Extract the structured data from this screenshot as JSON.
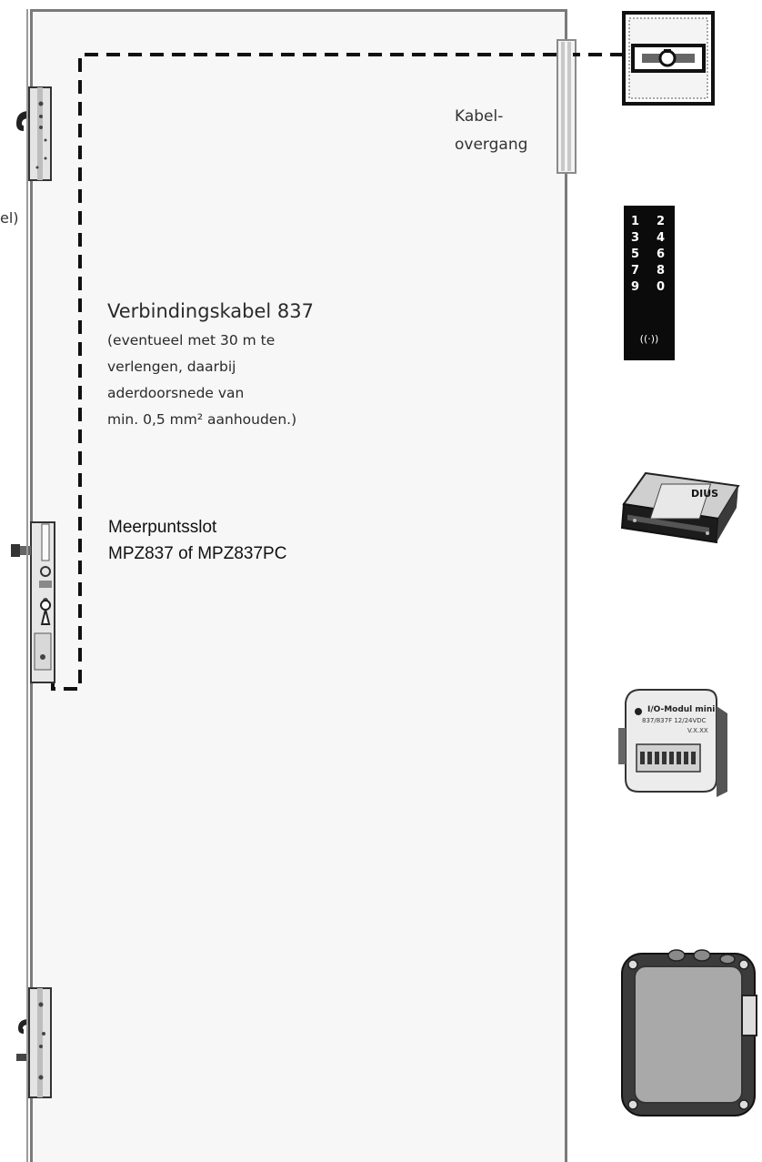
{
  "labels": {
    "cable_title": "Verbindingskabel 837",
    "cable_note_lines": [
      "(eventueel met 30 m te",
      "verlengen, daarbij",
      "aderdoorsnede van",
      "min. 0,5 mm² aanhouden.)"
    ],
    "cable_transition_lines": [
      "Kabel-",
      "overgang"
    ],
    "lock_lines": [
      "Meerpuntsslot",
      "MPZ837 of MPZ837PC"
    ],
    "cropped_left_text": "el)"
  },
  "keypad": {
    "keys": [
      [
        "1",
        "2"
      ],
      [
        "3",
        "4"
      ],
      [
        "5",
        "6"
      ],
      [
        "7",
        "8"
      ],
      [
        "9",
        "0"
      ]
    ],
    "rfid_symbol": "((·))"
  },
  "power_supply": {
    "logo_text": "DIUS"
  },
  "io_module": {
    "lines": [
      "I/O-Modul mini",
      "837/837F   12/24VDC",
      "V.X.XX"
    ]
  },
  "colors": {
    "door_fill": "#f7f7f7",
    "door_border": "#7a7a7a",
    "cable_dash": "#111111",
    "device_dark": "#0b0b0b"
  }
}
